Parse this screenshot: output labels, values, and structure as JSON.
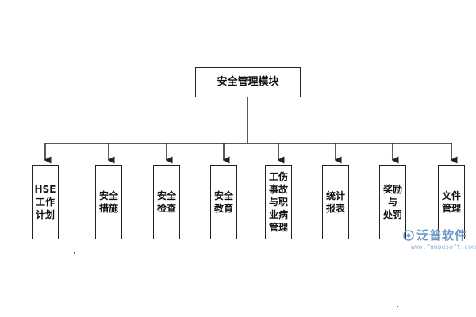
{
  "diagram": {
    "root": {
      "label": "安全管理模块"
    },
    "children": [
      {
        "label": "HSE\n工作\n计划"
      },
      {
        "label": "安全\n措施"
      },
      {
        "label": "安全\n检查"
      },
      {
        "label": "安全\n教育"
      },
      {
        "label": "工伤\n事故\n与职\n业病\n管理"
      },
      {
        "label": "统计\n报表"
      },
      {
        "label": "奖励\n与\n处罚"
      },
      {
        "label": "文件\n管理"
      }
    ]
  },
  "watermark": {
    "brand_name": "泛普软件",
    "url": "www.fanpusoft.com"
  },
  "colors": {
    "line": "#222222",
    "watermark": "#6d95c6"
  }
}
